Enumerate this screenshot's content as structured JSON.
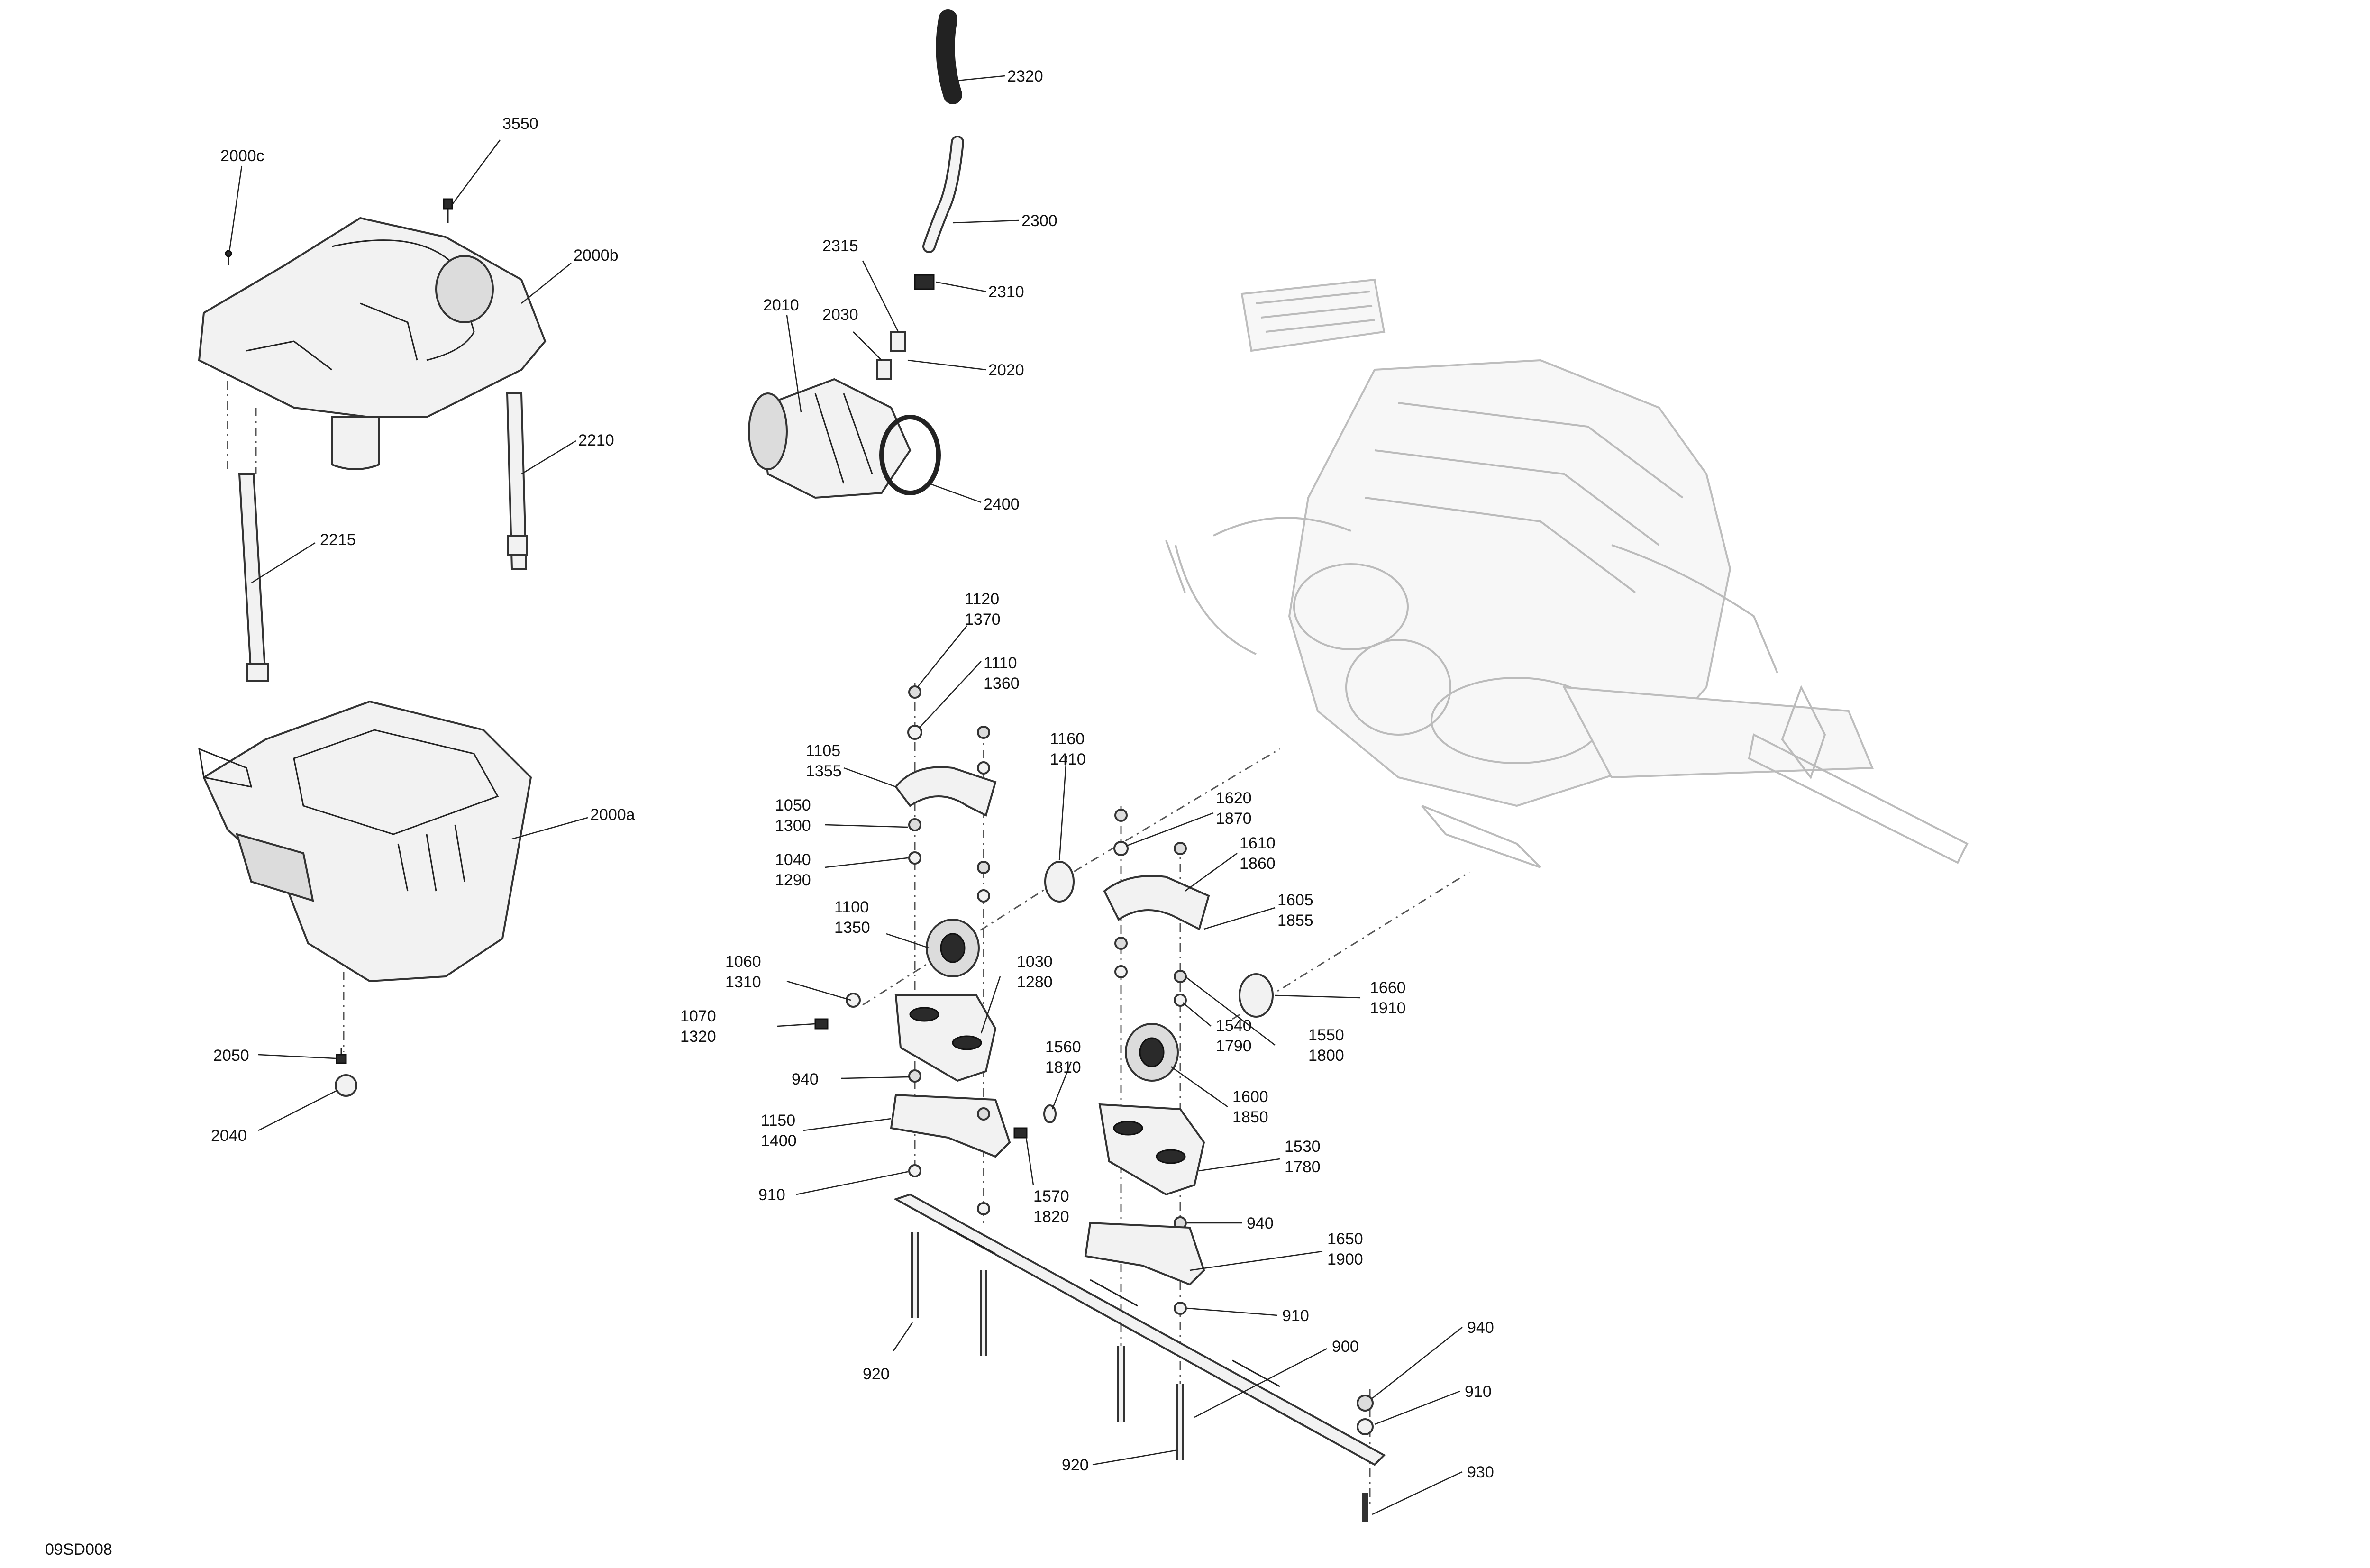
{
  "diagram_code": "09SD008",
  "callouts": {
    "c3550": "3550",
    "c2000c": "2000c",
    "c2000b": "2000b",
    "c2210": "2210",
    "c2215": "2215",
    "c2000a": "2000a",
    "c2050": "2050",
    "c2040": "2040",
    "c2320": "2320",
    "c2300": "2300",
    "c2315": "2315",
    "c2310": "2310",
    "c2010": "2010",
    "c2030": "2030",
    "c2020": "2020",
    "c2400": "2400",
    "c1120": "1120",
    "c1370": "1370",
    "c1110": "1110",
    "c1360": "1360",
    "c1160": "1160",
    "c1410": "1410",
    "c1105": "1105",
    "c1355": "1355",
    "c1050": "1050",
    "c1300": "1300",
    "c1040": "1040",
    "c1290": "1290",
    "c1620": "1620",
    "c1870": "1870",
    "c1610": "1610",
    "c1860": "1860",
    "c1605": "1605",
    "c1855": "1855",
    "c1100": "1100",
    "c1350": "1350",
    "c1060": "1060",
    "c1310": "1310",
    "c1030": "1030",
    "c1280": "1280",
    "c1660": "1660",
    "c1910": "1910",
    "c1070": "1070",
    "c1320": "1320",
    "c1540": "1540",
    "c1790": "1790",
    "c1550": "1550",
    "c1800": "1800",
    "c1560": "1560",
    "c1810": "1810",
    "c940a": "940",
    "c1600": "1600",
    "c1850": "1850",
    "c1150": "1150",
    "c1400": "1400",
    "c1530": "1530",
    "c1780": "1780",
    "c910a": "910",
    "c1570": "1570",
    "c1820": "1820",
    "c940b": "940",
    "c1650": "1650",
    "c1900": "1900",
    "c910b": "910",
    "c920a": "920",
    "c900": "900",
    "c940c": "940",
    "c910c": "910",
    "c920b": "920",
    "c930": "930"
  }
}
